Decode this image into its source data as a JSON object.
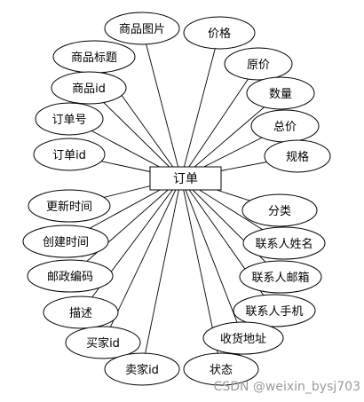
{
  "diagram": {
    "entity": {
      "id": "order",
      "label": "订单"
    },
    "attributes": [
      {
        "id": "product-image",
        "label": "商品图片"
      },
      {
        "id": "price",
        "label": "价格"
      },
      {
        "id": "product-title",
        "label": "商品标题"
      },
      {
        "id": "original-price",
        "label": "原价"
      },
      {
        "id": "product-id",
        "label": "商品id"
      },
      {
        "id": "quantity",
        "label": "数量"
      },
      {
        "id": "order-number",
        "label": "订单号"
      },
      {
        "id": "total-price",
        "label": "总价"
      },
      {
        "id": "order-id",
        "label": "订单id"
      },
      {
        "id": "spec",
        "label": "规格"
      },
      {
        "id": "update-time",
        "label": "更新时间"
      },
      {
        "id": "category",
        "label": "分类"
      },
      {
        "id": "create-time",
        "label": "创建时间"
      },
      {
        "id": "contact-name",
        "label": "联系人姓名"
      },
      {
        "id": "postal-code",
        "label": "邮政编码"
      },
      {
        "id": "contact-email",
        "label": "联系人邮箱"
      },
      {
        "id": "description",
        "label": "描述"
      },
      {
        "id": "contact-phone",
        "label": "联系人手机"
      },
      {
        "id": "buyer-id",
        "label": "买家id"
      },
      {
        "id": "shipping-address",
        "label": "收货地址"
      },
      {
        "id": "seller-id",
        "label": "卖家id"
      },
      {
        "id": "status",
        "label": "状态"
      }
    ]
  },
  "watermark": {
    "text": "CSDN @weixin_bysj703"
  }
}
